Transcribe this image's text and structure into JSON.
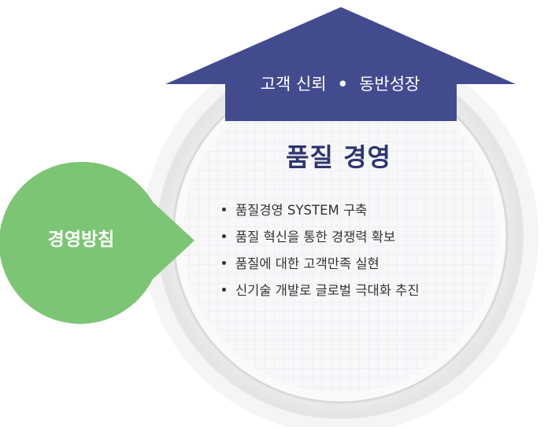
{
  "colors": {
    "arrow": "#434b8f",
    "title": "#2e3570",
    "bubble": "#7cc574",
    "ring": "#e6e6e6"
  },
  "arrow": {
    "left": "고객 신뢰",
    "separator": "•",
    "right": "동반성장"
  },
  "title": "품질 경영",
  "bullets": [
    "품질경영 SYSTEM 구축",
    "품질 혁신을 통한 경쟁력 확보",
    "품질에 대한 고객만족 실현",
    "신기술 개발로 글로벌 극대화 추진"
  ],
  "bubble": {
    "label": "경영방침"
  }
}
